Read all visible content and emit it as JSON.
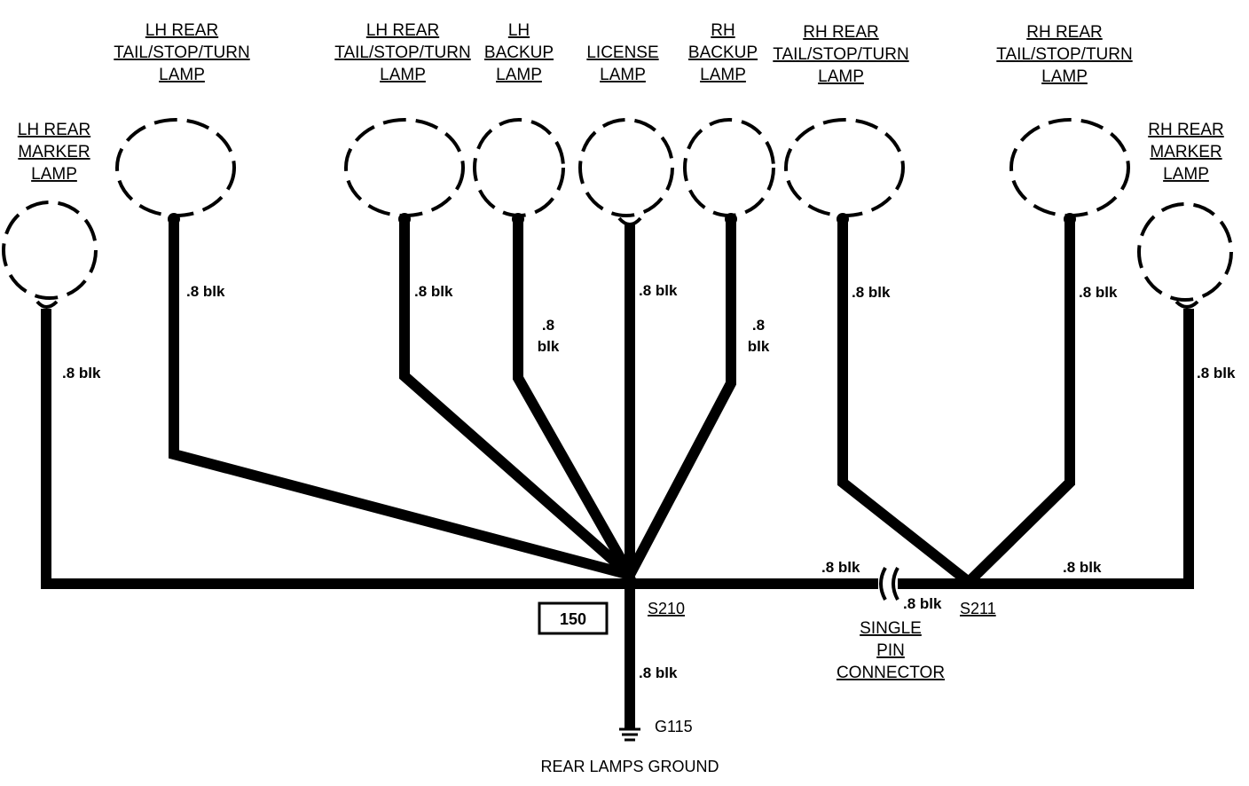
{
  "lamps": {
    "lh_marker": [
      "LH REAR",
      "MARKER",
      "LAMP"
    ],
    "lh_tail_outer": [
      "LH REAR",
      "TAIL/STOP/TURN",
      "LAMP"
    ],
    "lh_tail_inner": [
      "LH REAR",
      "TAIL/STOP/TURN",
      "LAMP"
    ],
    "lh_backup": [
      "LH",
      "BACKUP",
      "LAMP"
    ],
    "license": [
      "LICENSE",
      "LAMP"
    ],
    "rh_backup": [
      "RH",
      "BACKUP",
      "LAMP"
    ],
    "rh_tail_inner": [
      "RH REAR",
      "TAIL/STOP/TURN",
      "LAMP"
    ],
    "rh_tail_outer": [
      "RH REAR",
      "TAIL/STOP/TURN",
      "LAMP"
    ],
    "rh_marker": [
      "RH REAR",
      "MARKER",
      "LAMP"
    ]
  },
  "wires": {
    "lh_marker": ".8 blk",
    "lh_tail_outer": ".8 blk",
    "lh_tail_inner": ".8 blk",
    "lh_backup": [
      ".8",
      "blk"
    ],
    "license": ".8 blk",
    "rh_backup": [
      ".8",
      "blk"
    ],
    "rh_tail_inner": ".8 blk",
    "rh_tail_outer": ".8 blk",
    "rh_marker": ".8 blk",
    "to_connector": ".8 blk",
    "from_connector": ".8 blk",
    "s211_to_rh_marker": ".8 blk",
    "ground": ".8 blk"
  },
  "splices": {
    "s210": "S210",
    "s211": "S211"
  },
  "connector": [
    "SINGLE",
    "PIN",
    "CONNECTOR"
  ],
  "page_ref": "150",
  "ground": {
    "id": "G115",
    "caption": "REAR LAMPS GROUND"
  }
}
